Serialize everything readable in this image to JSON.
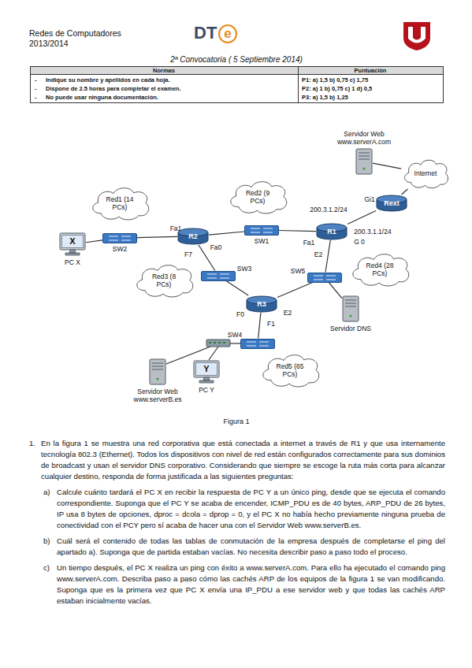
{
  "diagram": {
    "title": "2ª Convocatoria ( 5 Septiembre 2014)",
    "caption": "Figura 1",
    "nodes": [
      {
        "text": [
          "Servidor Web www.serverA.com"
        ]
      },
      {
        "text": [
          "Internet"
        ]
      },
      {
        "text": [
          "Red1 (14 PCs)"
        ]
      },
      {
        "text": [
          "Red2 (9 PCs)"
        ]
      },
      {
        "text": [
          "Rext"
        ]
      },
      {
        "text": [
          "X",
          "PC X"
        ]
      },
      {
        "text": [
          "SW2"
        ]
      },
      {
        "text": [
          "R2"
        ]
      },
      {
        "text": [
          "SW1"
        ]
      },
      {
        "text": [
          "R1"
        ]
      },
      {
        "text": [
          "Red3 (8 PCs)"
        ]
      },
      {
        "text": [
          "SW3"
        ]
      },
      {
        "text": [
          "Red4 (28 PCs)"
        ]
      },
      {
        "text": [
          "SW5"
        ]
      },
      {
        "text": [
          "R3"
        ]
      },
      {
        "text": [
          "Servidor DNS"
        ]
      },
      {
        "text": [
          "SW4"
        ]
      },
      {
        "text": [
          "Red5 (65 PCs)"
        ]
      },
      {
        "text": [
          "Servidor Web www.serverB.es"
        ]
      },
      {
        "text": [
          "Y",
          "PC Y"
        ]
      }
    ],
    "edges": [
      {
        "from": 5,
        "to": 6,
        "arrow": "none"
      },
      {
        "from": 6,
        "to": 7,
        "arrow": "none"
      },
      {
        "from": 7,
        "to": 8,
        "arrow": "none"
      },
      {
        "from": 8,
        "to": 9,
        "arrow": "none"
      },
      {
        "from": 9,
        "to": 4,
        "arrow": "none"
      },
      {
        "from": 4,
        "to": 1,
        "arrow": "none"
      },
      {
        "from": 0,
        "to": 1,
        "arrow": "none"
      },
      {
        "from": 9,
        "to": 13,
        "arrow": "none"
      },
      {
        "from": 7,
        "to": 11,
        "arrow": "none"
      },
      {
        "from": 11,
        "to": 14,
        "arrow": "none"
      },
      {
        "from": 14,
        "to": 13,
        "arrow": "none"
      },
      {
        "from": 14,
        "to": 16,
        "arrow": "none"
      },
      {
        "from": 13,
        "to": 15,
        "arrow": "none"
      }
    ],
    "labels": [
      "Redes de Computadores",
      "2013/2014",
      "DT",
      "e",
      "Normas",
      "Puntuación",
      "-",
      "Indique su nombre y apellidos en cada hoja.",
      "-",
      "Dispone de 2.5 horas para completar el examen.",
      "-",
      "No puede usar ninguna documentación.",
      "P1: a) 1,5 b) 0,75 c) 1,75",
      "P2: a) 1 b) 0,75 c) 1 d) 0,5",
      "P3: a) 1,5 b) 1,25",
      "Fa1",
      "Fa0",
      "F7",
      "Fa1",
      "E2",
      "G 0",
      "200.3.1.1/24",
      "200.3.1.2/24",
      "Gi1",
      "F0",
      "E2",
      "F1",
      "1.",
      "En la figura 1 se muestra una red corporativa que está conectada a internet a través de R1 y que usa internamente tecnología 802.3 (Ethernet). Todos los dispositivos con nivel de red están configurados correctamente para sus dominios de broadcast y usan el servidor DNS corporativo. Considerando que siempre se escoge la ruta más corta para alcanzar cualquier destino, responda de forma justificada a las siguientes preguntas:",
      "a)",
      "Calcule cuánto tardará el PC X en recibir la respuesta de PC Y a un único ping, desde que se ejecuta el comando correspondiente. Suponga que el PC Y se acaba de encender, ICMP_PDU es de 40 bytes, ARP_PDU de 26 bytes, IP usa 8 bytes de opciones, dproc = dcola = dprop = 0, y el PC X no había hecho previamente ninguna prueba de conectividad con el PCY pero sí acaba de hacer una con el Servidor Web www.serverB.es.",
      "b)",
      "Cuál será el contenido de todas las tablas de conmutación de la empresa después de completarse el ping del apartado a). Suponga que de partida estaban vacías. No necesita describir paso a paso todo el proceso.",
      "c)",
      "Un tiempo después, el PC X realiza un ping con éxito a www.serverA.com. Para ello ha ejecutado el comando ping www.serverA.com. Describa paso a paso cómo las cachés ARP de los equipos de la figura 1 se van modificando. Suponga que es la primera vez que PC X envía una IP_PDU a ese servidor web y que todas las cachés ARP estaban inicialmente vacías."
    ]
  }
}
